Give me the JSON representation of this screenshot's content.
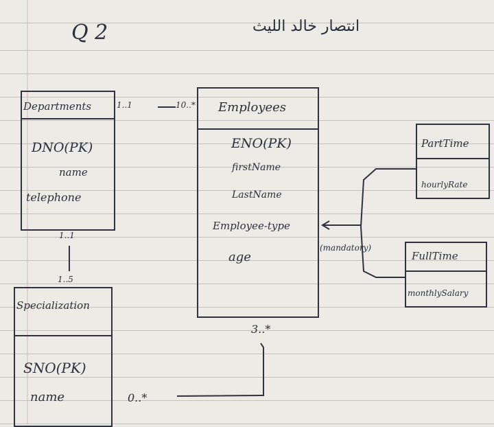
{
  "page": {
    "question_label": "Q 2",
    "arabic_heading": "انتصار خالد الليث"
  },
  "entities": {
    "departments": {
      "name": "Departments",
      "attributes": [
        "DNO(PK)",
        "name",
        "telephone"
      ]
    },
    "employees": {
      "name": "Employees",
      "attributes": [
        "ENO(PK)",
        "firstName",
        "LastName",
        "Employee-type",
        "age"
      ]
    },
    "specialization": {
      "name": "Specialization",
      "attributes": [
        "SNO(PK)",
        "name"
      ]
    },
    "parttime": {
      "name": "PartTime",
      "attributes": [
        "hourlyRate"
      ]
    },
    "fulltime": {
      "name": "FullTime",
      "attributes": [
        "monthlySalary"
      ]
    }
  },
  "relationships": {
    "dept_emp_left": "1..1",
    "dept_emp_right": "10..*",
    "dept_spec_top": "1..1",
    "dept_spec_bottom": "1..5",
    "emp_spec_top": "3..*",
    "emp_spec_bottom": "0..*",
    "subtype_constraint": "(mandatory)"
  }
}
